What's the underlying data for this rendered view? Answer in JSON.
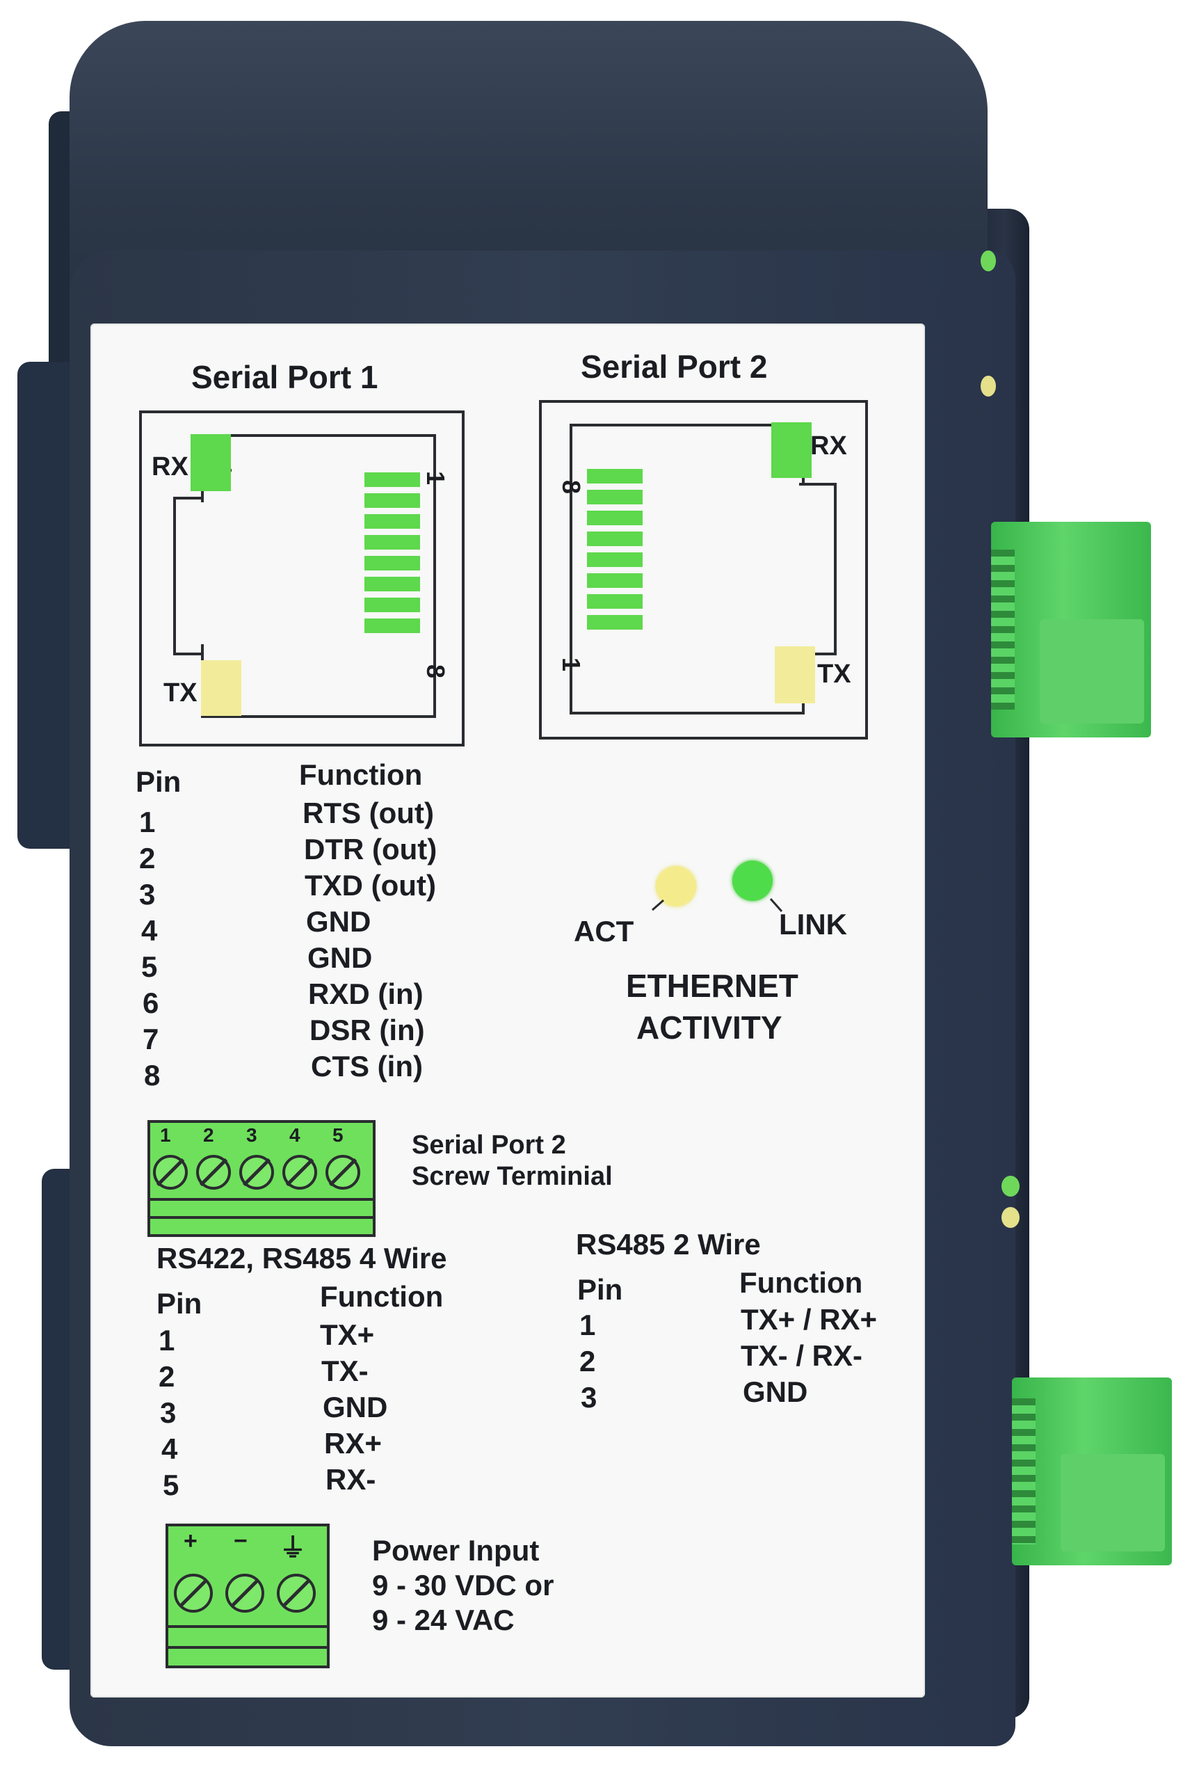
{
  "serial_port_1": {
    "title": "Serial Port 1",
    "rx": "RX",
    "tx": "TX",
    "pin_first": "1",
    "pin_last": "8"
  },
  "serial_port_2": {
    "title": "Serial Port 2",
    "rx": "RX",
    "tx": "TX",
    "pin_first": "8",
    "pin_last": "1"
  },
  "rj45_pin_table": {
    "header_pin": "Pin",
    "header_function": "Function",
    "rows": [
      {
        "pin": "1",
        "function": "RTS (out)"
      },
      {
        "pin": "2",
        "function": "DTR (out)"
      },
      {
        "pin": "3",
        "function": "TXD (out)"
      },
      {
        "pin": "4",
        "function": "GND"
      },
      {
        "pin": "5",
        "function": "GND"
      },
      {
        "pin": "6",
        "function": "RXD (in)"
      },
      {
        "pin": "7",
        "function": "DSR (in)"
      },
      {
        "pin": "8",
        "function": "CTS (in)"
      }
    ]
  },
  "ethernet": {
    "act_label": "ACT",
    "link_label": "LINK",
    "title_line1": "ETHERNET",
    "title_line2": "ACTIVITY",
    "act_color": "#f4ec8c",
    "link_color": "#4fdc4a"
  },
  "screw_terminal": {
    "numbers": [
      "1",
      "2",
      "3",
      "4",
      "5"
    ],
    "label_line1": "Serial Port 2",
    "label_line2": "Screw Terminial"
  },
  "rs422_table": {
    "title": "RS422, RS485 4 Wire",
    "header_pin": "Pin",
    "header_function": "Function",
    "rows": [
      {
        "pin": "1",
        "function": "TX+"
      },
      {
        "pin": "2",
        "function": "TX-"
      },
      {
        "pin": "3",
        "function": "GND"
      },
      {
        "pin": "4",
        "function": "RX+"
      },
      {
        "pin": "5",
        "function": "RX-"
      }
    ]
  },
  "rs485_2wire_table": {
    "title": "RS485 2 Wire",
    "header_pin": "Pin",
    "header_function": "Function",
    "rows": [
      {
        "pin": "1",
        "function": "TX+ / RX+"
      },
      {
        "pin": "2",
        "function": "TX- / RX-"
      },
      {
        "pin": "3",
        "function": "GND"
      }
    ]
  },
  "power": {
    "symbols": [
      "+",
      "−",
      "⏚"
    ],
    "label_line1": "Power Input",
    "label_line2": "9 - 30 VDC or",
    "label_line3": "9 - 24 VAC"
  },
  "colors": {
    "enclosure": "#2c3748",
    "label": "#f7f8f7",
    "terminal_green": "#6fe05c",
    "led_green": "#5ed84c",
    "led_yellow": "#f2ec9a"
  }
}
